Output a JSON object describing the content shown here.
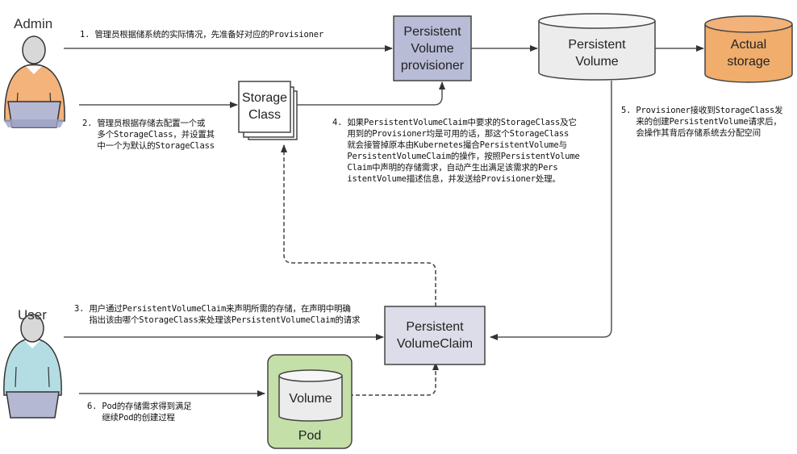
{
  "actors": {
    "admin": {
      "label": "Admin",
      "shirt_color": "#f3b37a"
    },
    "user": {
      "label": "User",
      "shirt_color": "#b3dde3"
    }
  },
  "nodes": {
    "pv_provisioner": {
      "label": "Persistent\nVolume\nprovisioner",
      "fill": "#b8bcd6"
    },
    "persistent_volume": {
      "label": "Persistent\nVolume",
      "fill": "#ececec"
    },
    "actual_storage": {
      "label": "Actual\nstorage",
      "fill": "#f0ad6c"
    },
    "storage_class": {
      "label": "Storage\nClass",
      "fill": "#ffffff"
    },
    "pvc": {
      "label": "Persistent\nVolumeClaim",
      "fill": "#dcdde8"
    },
    "pod": {
      "label": "Pod",
      "fill": "#c5dfa8"
    },
    "volume": {
      "label": "Volume",
      "fill": "#ececec"
    }
  },
  "steps": {
    "step1": "1. 管理员根据储系统的实际情况，先准备好对应的Provisioner",
    "step2": "2. 管理员根据存储去配置一个或\n   多个StorageClass，并设置其\n   中一个为默认的StorageClass",
    "step3": "3. 用户通过PersistentVolumeClaim来声明所需的存储，在声明中明确\n   指出该由哪个StorageClass来处理该PersistentVolumeClaim的请求",
    "step4": "4. 如果PersistentVolumeClaim中要求的StorageClass及它\n   用到的Provisioner均是可用的话，那这个StorageClass\n   就会接管掉原本由Kubernetes撮合PersistentVolume与\n   PersistentVolumeClaim的操作，按照PersistentVolume\n   Claim中声明的存储需求，自动产生出满足该需求的Pers\n   istentVolume描述信息，并发送给Provisioner处理。",
    "step5": "5. Provisioner接收到StorageClass发\n   来的创建PersistentVolume请求后，\n   会操作其背后存储系统去分配空间",
    "step6": "6. Pod的存储需求得到满足\n   继续Pod的创建过程"
  }
}
